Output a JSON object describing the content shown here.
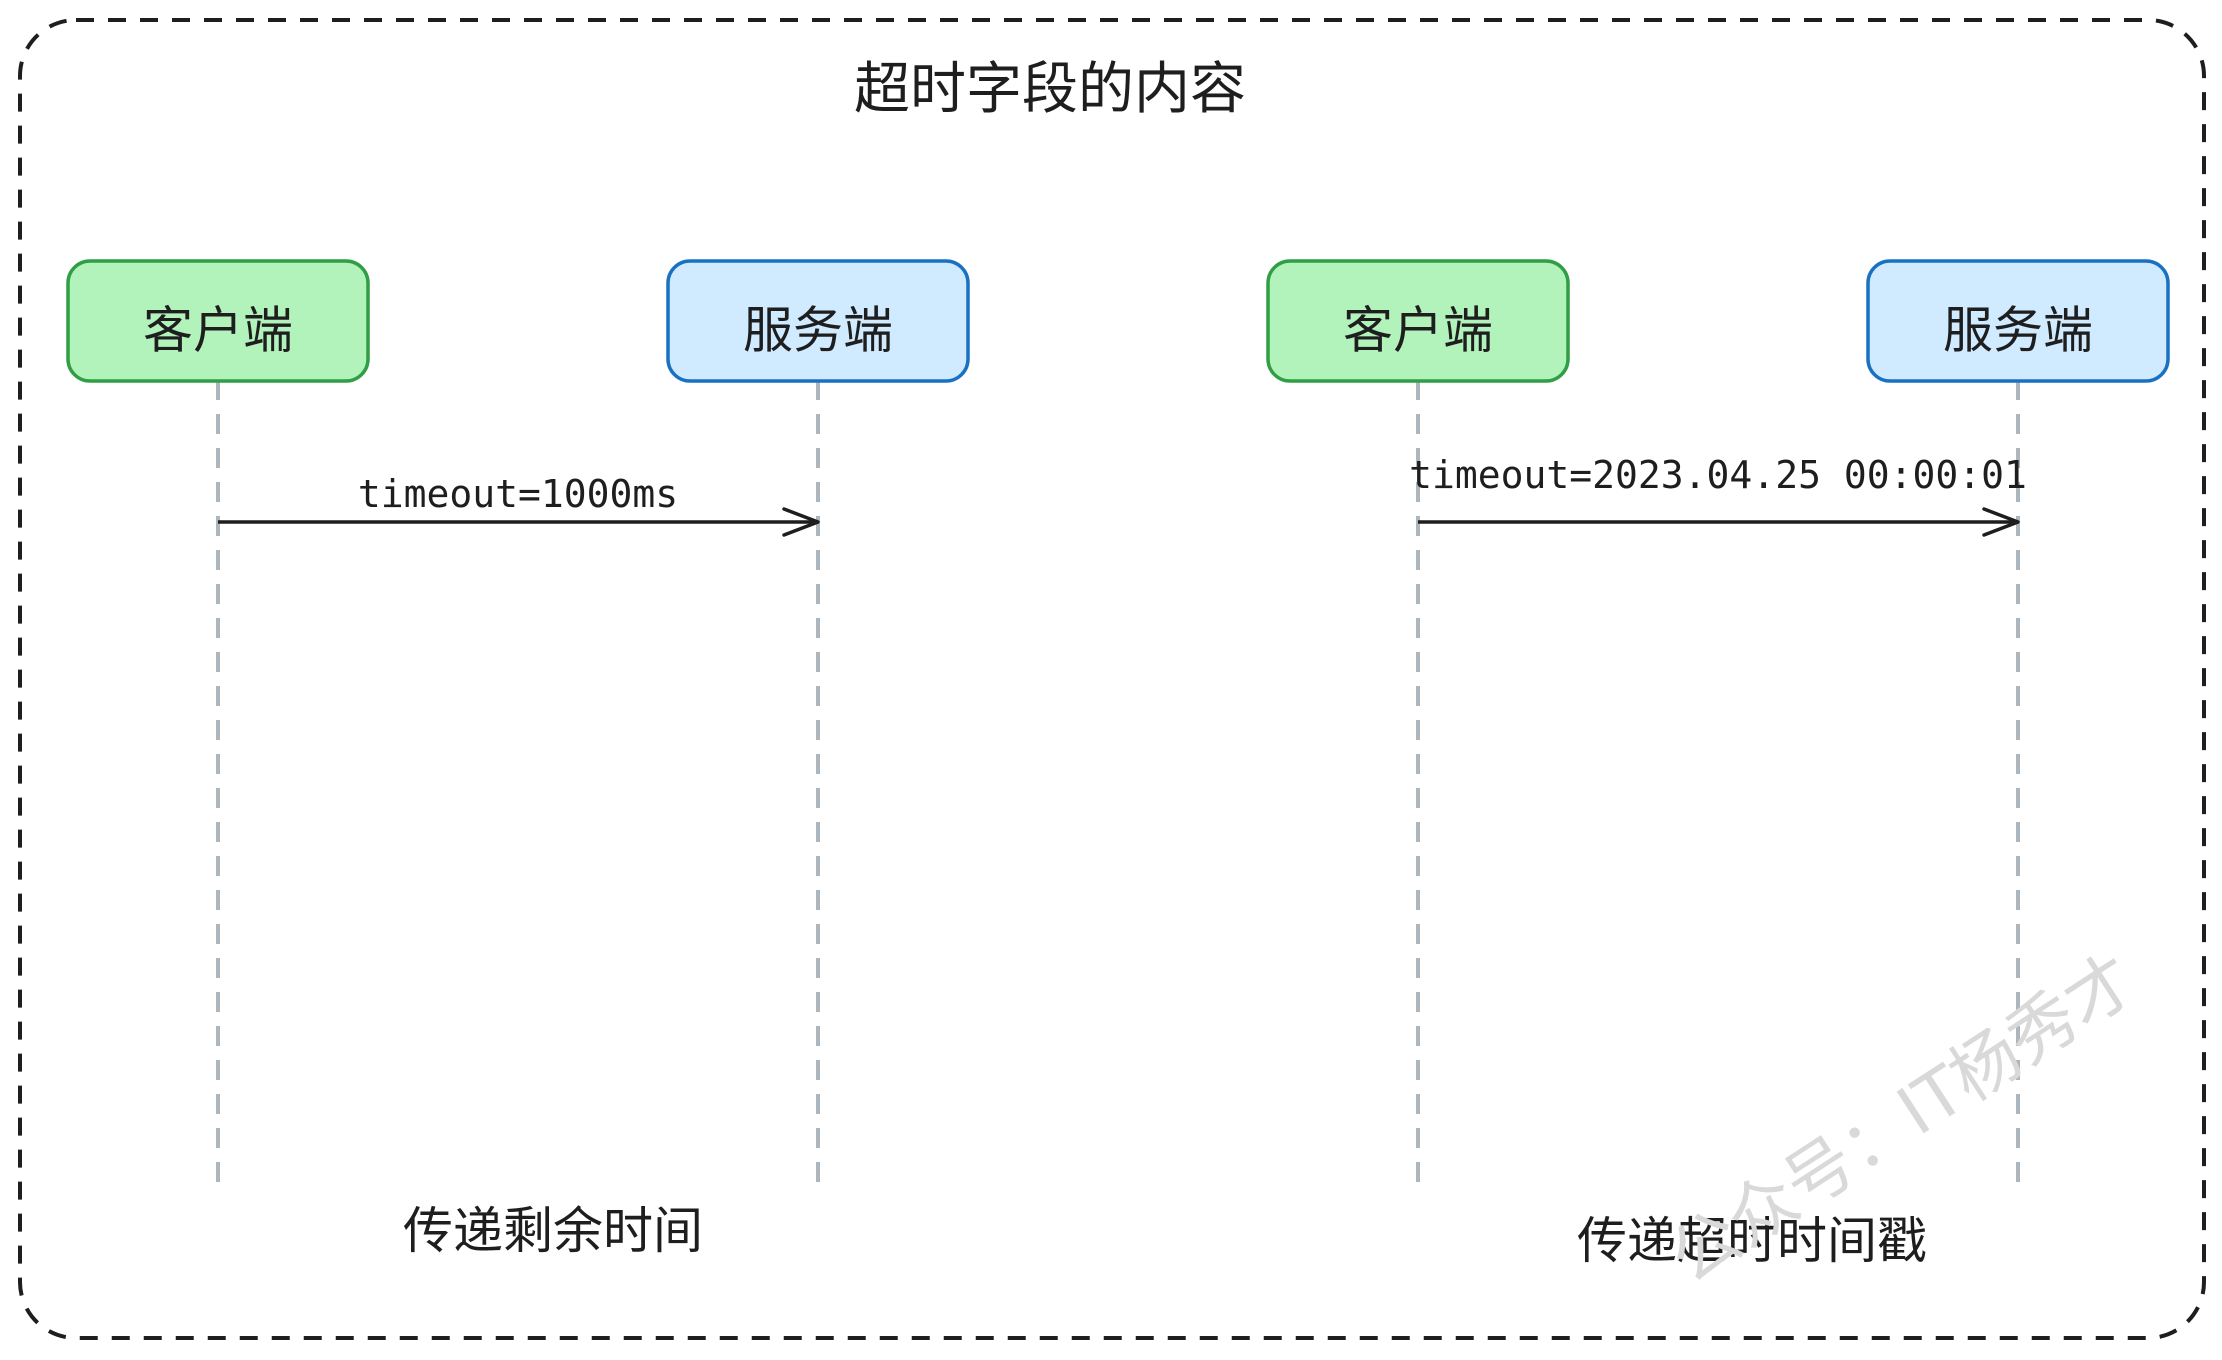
{
  "title": "超时字段的内容",
  "colors": {
    "client_fill": "#b2f2bb",
    "client_stroke": "#2f9e44",
    "server_fill": "#d0ebff",
    "server_stroke": "#1971c2",
    "lifeline": "#adb5bd",
    "frame": "#1e1e1e",
    "watermark": "#d9d9d9"
  },
  "panels": [
    {
      "client_label": "客户端",
      "server_label": "服务端",
      "message": "timeout=1000ms",
      "caption": "传递剩余时间"
    },
    {
      "client_label": "客户端",
      "server_label": "服务端",
      "message": "timeout=2023.04.25 00:00:01",
      "caption": "传递超时时间戳"
    }
  ],
  "watermark": "公众号：IT杨秀才"
}
